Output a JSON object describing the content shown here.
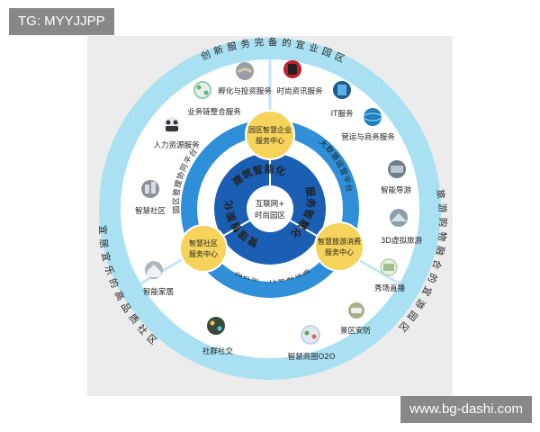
{
  "tags": {
    "top_left": "TG: MYYJJPP",
    "bottom_right": "www.bg-dashi.com"
  },
  "outer_ring": {
    "segments": [
      {
        "text": "创新服务完备的宜业园区"
      },
      {
        "text": "旅游购物融合的宜游园区"
      },
      {
        "text": "宜居宜乐的高品质社区"
      }
    ]
  },
  "services": {
    "yeye": [
      {
        "label": "孵化与投资服务",
        "icon": "handshake-icon"
      },
      {
        "label": "时尚资讯服务",
        "icon": "fashion-icon"
      },
      {
        "label": "业务链整合服务",
        "icon": "network-icon"
      },
      {
        "label": "IT服务",
        "icon": "server-icon"
      },
      {
        "label": "人力资源服务",
        "icon": "people-icon"
      },
      {
        "label": "营运与商务服务",
        "icon": "globe-icon"
      }
    ],
    "youyou": [
      {
        "label": "智能导游",
        "icon": "guide-icon"
      },
      {
        "label": "3D虚拟旅游",
        "icon": "3d-tour-icon"
      },
      {
        "label": "秀场直播",
        "icon": "live-show-icon"
      },
      {
        "label": "景区安防",
        "icon": "security-camera-icon"
      },
      {
        "label": "智慧商圈O2O",
        "icon": "o2o-icon"
      }
    ],
    "juju": [
      {
        "label": "智慧社区",
        "icon": "community-icon"
      },
      {
        "label": "智能家居",
        "icon": "smart-home-icon"
      },
      {
        "label": "社群社交",
        "icon": "social-icon"
      }
    ]
  },
  "middle_ring": {
    "segments": [
      {
        "text": "园区管理协同平台"
      },
      {
        "text": "大数据运营平台"
      },
      {
        "text": "园区新一代基础设施"
      }
    ]
  },
  "hubs": [
    {
      "line1": "园区智慧企业",
      "line2": "服务中心"
    },
    {
      "line1": "智慧旅游消费",
      "line2": "服务中心"
    },
    {
      "line1": "智慧社区",
      "line2": "服务中心"
    }
  ],
  "inner_ring": {
    "segments": [
      {
        "text": "建筑智能化"
      },
      {
        "text": "服务智慧化"
      },
      {
        "text": "管理智能化"
      }
    ]
  },
  "center": {
    "line1": "互联网+",
    "line2": "时尚园区"
  },
  "colors": {
    "outer_ring": "#a9e1f2",
    "white_disc": "#ffffff",
    "middle_ring": "#2f8fd8",
    "inner_ring": "#1b5fb5",
    "center": "#ffffff",
    "hub": "#f6d35a",
    "divider": "#bfe6f3"
  }
}
